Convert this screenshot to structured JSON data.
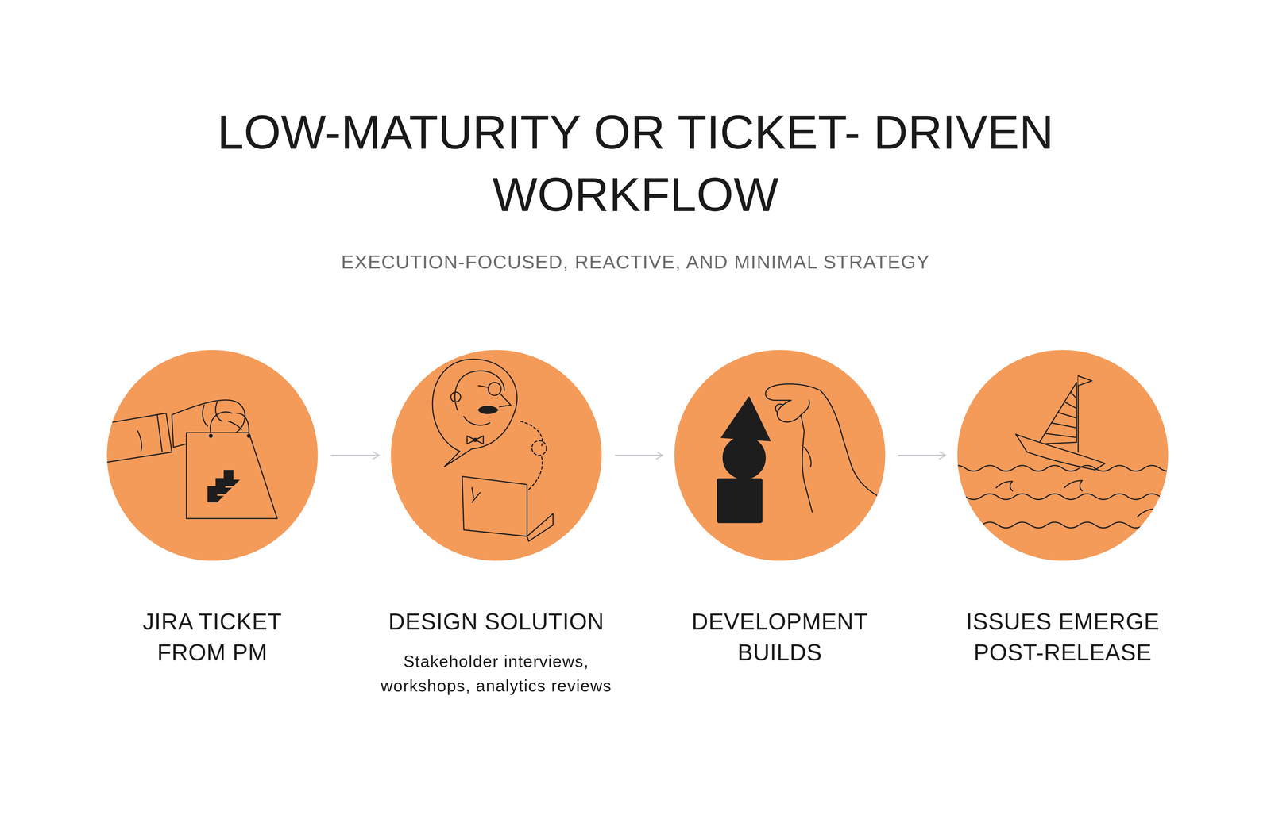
{
  "diagram": {
    "title": "LOW-MATURITY OR TICKET- DRIVEN WORKFLOW",
    "nodes": [
      {
        "text": [
          "JIRA TICKET FROM PM"
        ]
      },
      {
        "text": [
          "DESIGN SOLUTION",
          "Stakeholder interviews, workshops, analytics reviews"
        ]
      },
      {
        "text": [
          "DEVELOPMENT BUILDS"
        ]
      },
      {
        "text": [
          "ISSUES EMERGE POST-RELEASE"
        ]
      }
    ],
    "edges": [
      {
        "from": 0,
        "to": 1,
        "arrow": "to"
      },
      {
        "from": 1,
        "to": 2,
        "arrow": "to"
      },
      {
        "from": 2,
        "to": 3,
        "arrow": "to"
      }
    ],
    "labels": [
      "EXECUTION-FOCUSED, REACTIVE, AND MINIMAL STRATEGY"
    ]
  }
}
